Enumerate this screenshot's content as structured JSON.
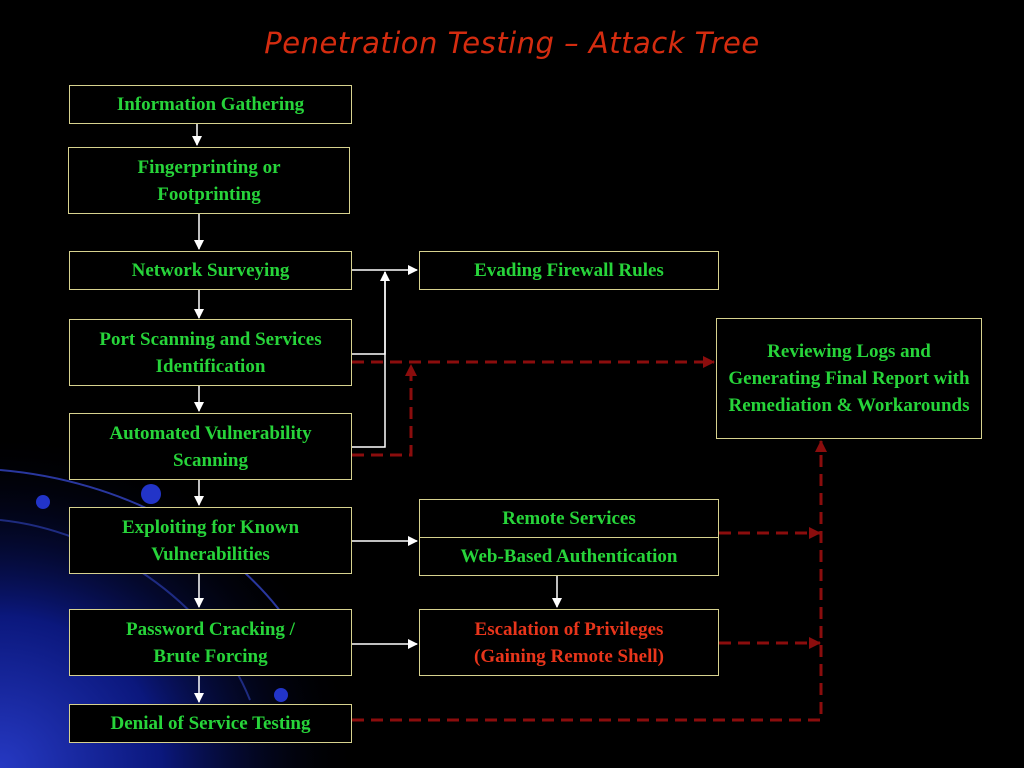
{
  "title": "Penetration Testing – Attack Tree",
  "colors": {
    "background": "#000000",
    "title": "#d42c10",
    "box_text": "#27d43a",
    "box_text_alert": "#e8351b",
    "box_border": "#d7d28f",
    "arrow": "#ffffff",
    "dashed_arrow": "#8b0d0d"
  },
  "nodes": {
    "info_gathering": "Information Gathering",
    "fingerprinting": "Fingerprinting or Footprinting",
    "network_surveying": "Network Surveying",
    "port_scanning": "Port Scanning and Services Identification",
    "auto_vuln_scanning": "Automated Vulnerability Scanning",
    "exploiting": "Exploiting for Known Vulnerabilities",
    "password_cracking": "Password Cracking / Brute Forcing",
    "dos_testing": "Denial of Service Testing",
    "evading_firewall": "Evading Firewall Rules",
    "reviewing_logs": "Reviewing Logs and Generating Final Report with Remediation & Workarounds",
    "remote_services": "Remote Services",
    "web_auth": "Web-Based Authentication",
    "escalation": "Escalation of Privileges (Gaining Remote Shell)"
  }
}
